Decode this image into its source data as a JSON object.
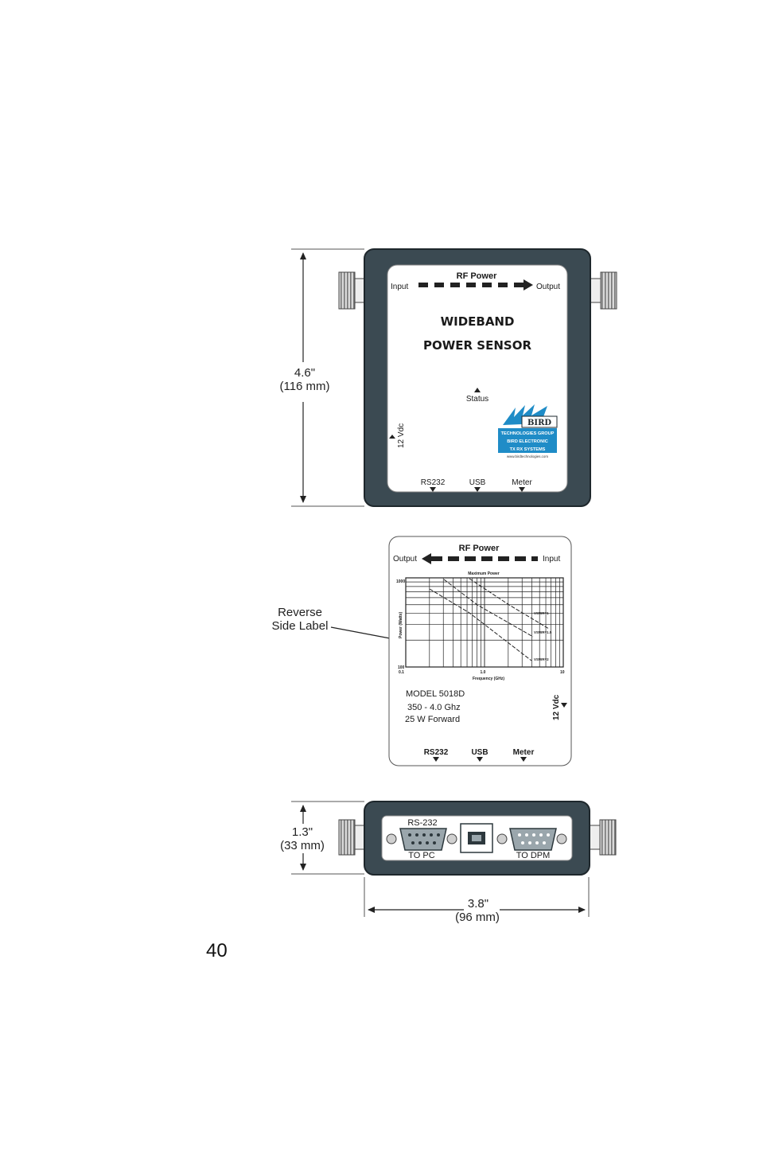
{
  "top_view": {
    "rf_power": "RF Power",
    "input": "Input",
    "output": "Output",
    "title_line1": "WIDEBAND",
    "title_line2": "POWER SENSOR",
    "status": "Status",
    "vdc": "12 Vdc",
    "ports": [
      "RS232",
      "USB",
      "Meter"
    ],
    "logo": {
      "brand": "BIRD",
      "line1": "TECHNOLOGIES GROUP",
      "line2": "BIRD ELECTRONIC",
      "line3": "TX RX SYSTEMS",
      "url": "www.birdtechnologies.com"
    },
    "height_dim": "4.6\"",
    "height_dim_mm": "(116 mm)"
  },
  "reverse_label": {
    "callout_line1": "Reverse",
    "callout_line2": "Side Label",
    "rf_power": "RF Power",
    "output": "Output",
    "input": "Input",
    "chart_title": "Maximum Power",
    "y_axis_label": "Power (Watts)",
    "x_axis_label": "Frequency (GHz)",
    "y_ticks": [
      "1000",
      "100"
    ],
    "x_ticks": [
      "0.1",
      "1.0",
      "10"
    ],
    "curve_labels": [
      "VSWR=1",
      "VSWR=1.5",
      "VSWR=2"
    ],
    "model": "MODEL 5018D",
    "freq_range": "350 - 4.0 Ghz",
    "forward": "25 W Forward",
    "vdc": "12 Vdc",
    "ports": [
      "RS232",
      "USB",
      "Meter"
    ]
  },
  "side_view": {
    "rs232": "RS-232",
    "to_pc": "TO PC",
    "to_dpm": "TO DPM",
    "height_dim": "1.3\"",
    "height_dim_mm": "(33 mm)",
    "width_dim": "3.8\"",
    "width_dim_mm": "(96 mm)"
  },
  "page_number": "40",
  "colors": {
    "housing": "#3b4a52",
    "logo_blue": "#1f8cc7"
  }
}
